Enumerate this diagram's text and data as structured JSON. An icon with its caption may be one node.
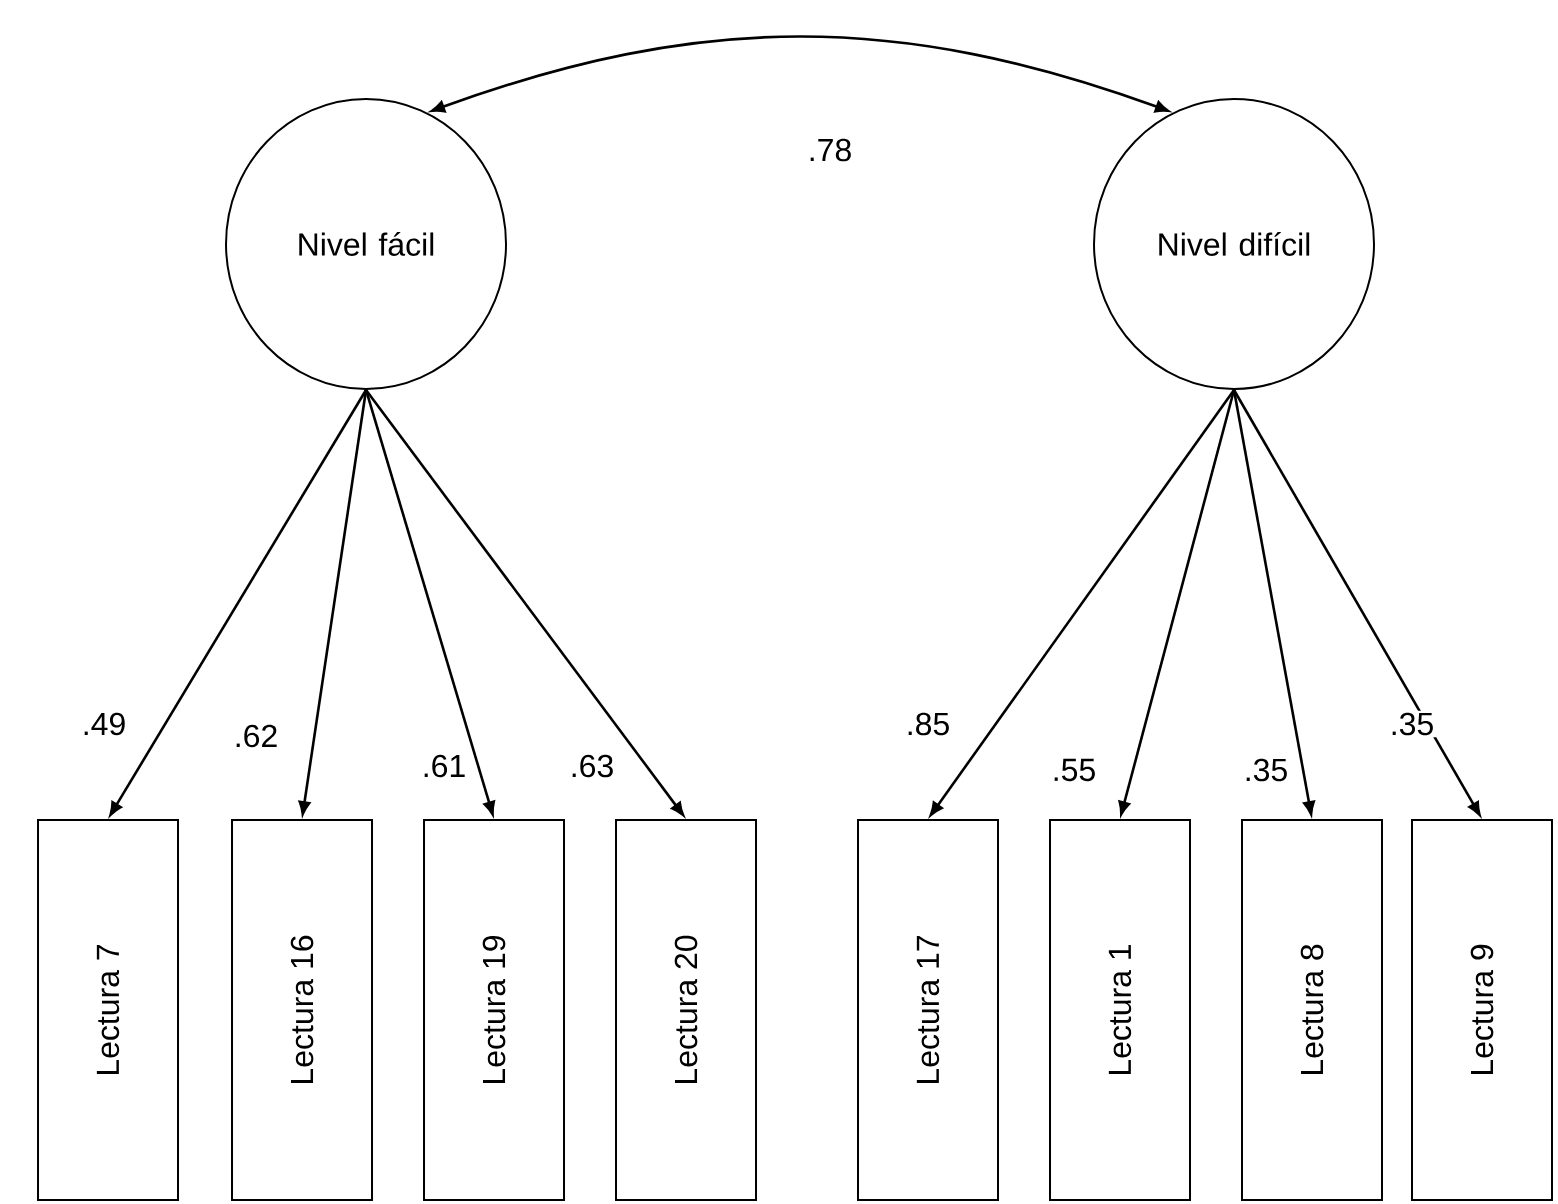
{
  "diagram": {
    "nodes": [
      {
        "text": [
          "Nivel fácil"
        ]
      },
      {
        "text": [
          "Nivel difícil"
        ]
      },
      {
        "text": [
          "Lectura 7"
        ]
      },
      {
        "text": [
          "Lectura 16"
        ]
      },
      {
        "text": [
          "Lectura 19"
        ]
      },
      {
        "text": [
          "Lectura 20"
        ]
      },
      {
        "text": [
          "Lectura 17"
        ]
      },
      {
        "text": [
          "Lectura 1"
        ]
      },
      {
        "text": [
          "Lectura 8"
        ]
      },
      {
        "text": [
          "Lectura 9"
        ]
      }
    ],
    "edges": [
      {
        "from": 0,
        "to": 1,
        "arrow": "both",
        "label": ".78"
      },
      {
        "from": 0,
        "to": 2,
        "arrow": "to",
        "label": ".49"
      },
      {
        "from": 0,
        "to": 3,
        "arrow": "to",
        "label": ".62"
      },
      {
        "from": 0,
        "to": 4,
        "arrow": "to",
        "label": ".61"
      },
      {
        "from": 0,
        "to": 5,
        "arrow": "to",
        "label": ".63"
      },
      {
        "from": 1,
        "to": 6,
        "arrow": "to",
        "label": ".85"
      },
      {
        "from": 1,
        "to": 7,
        "arrow": "to",
        "label": ".55"
      },
      {
        "from": 1,
        "to": 8,
        "arrow": "to",
        "label": ".35"
      },
      {
        "from": 1,
        "to": 9,
        "arrow": "to",
        "label": ".35"
      }
    ]
  }
}
